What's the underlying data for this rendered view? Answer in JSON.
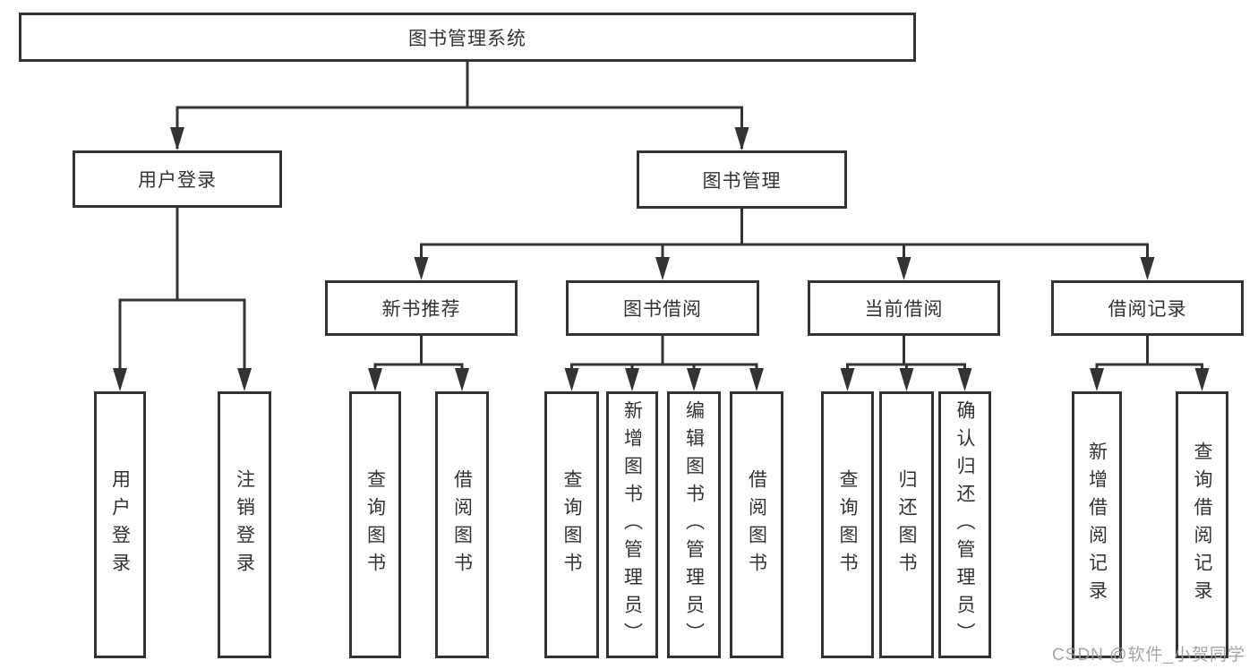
{
  "diagram": {
    "title": "图书管理系统",
    "level2": [
      {
        "label": "用户登录"
      },
      {
        "label": "图书管理"
      }
    ],
    "level3": [
      {
        "label": "新书推荐"
      },
      {
        "label": "图书借阅"
      },
      {
        "label": "当前借阅"
      },
      {
        "label": "借阅记录"
      }
    ],
    "leaves": {
      "login": [
        "用户登录",
        "注销登录"
      ],
      "recommend": [
        "查询图书",
        "借阅图书"
      ],
      "borrow": [
        "查询图书",
        "新增图书（管理员）",
        "编辑图书（管理员）",
        "借阅图书"
      ],
      "current": [
        "查询图书",
        "归还图书",
        "确认归还（管理员）"
      ],
      "records": [
        "新增借阅记录",
        "查询借阅记录"
      ]
    }
  },
  "watermark": "CSDN @软件_小贺同学",
  "colors": {
    "line": "#333333",
    "text": "#333333",
    "background": "#ffffff",
    "watermark": "#9a9aa2"
  }
}
